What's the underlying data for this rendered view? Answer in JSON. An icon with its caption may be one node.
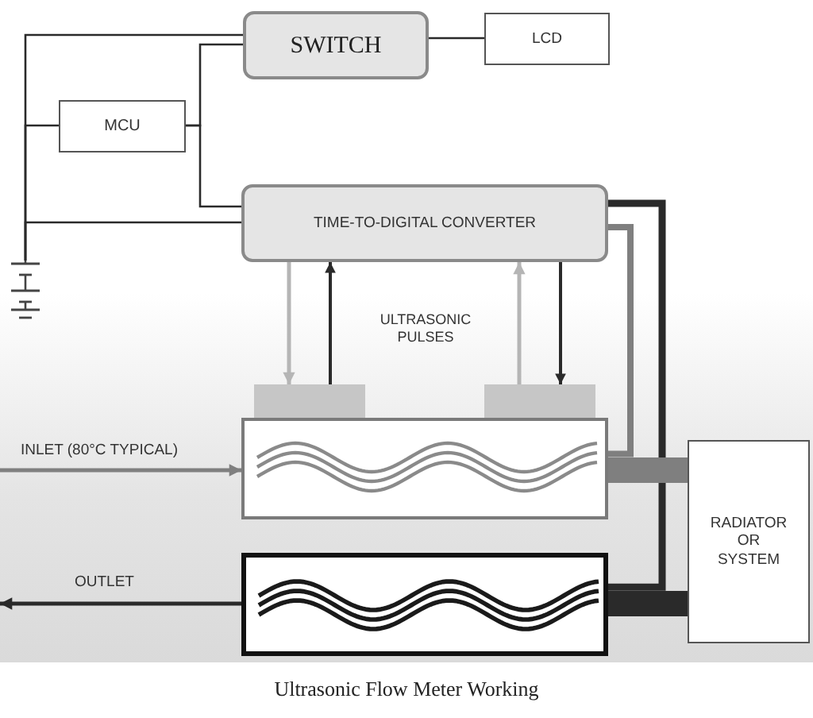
{
  "diagram": {
    "caption": "Ultrasonic Flow Meter Working",
    "nodes": [
      {
        "text": [
          "SWITCH"
        ]
      },
      {
        "text": [
          "LCD"
        ]
      },
      {
        "text": [
          "MCU"
        ]
      },
      {
        "text": [
          "TIME-TO-DIGITAL CONVERTER"
        ]
      },
      {
        "text": [],
        "shape": "battery"
      },
      {
        "text": [],
        "shape": "box"
      },
      {
        "text": [],
        "shape": "box"
      },
      {
        "text": [],
        "shape": "box"
      },
      {
        "text": [
          "RADIATOR OR SYSTEM"
        ]
      },
      {
        "text": [],
        "shape": "box"
      }
    ],
    "edges": [
      {
        "from": 0,
        "to": 1,
        "arrow": "none"
      },
      {
        "from": 4,
        "to": 0,
        "arrow": "none"
      },
      {
        "from": 4,
        "to": 2,
        "arrow": "none"
      },
      {
        "from": 4,
        "to": 3,
        "arrow": "none"
      },
      {
        "from": 2,
        "to": 0,
        "arrow": "none"
      },
      {
        "from": 2,
        "to": 3,
        "arrow": "none"
      },
      {
        "from": 3,
        "to": 5,
        "arrow": "to",
        "color": "#b5b5b5"
      },
      {
        "from": 5,
        "to": 3,
        "arrow": "to"
      },
      {
        "from": 6,
        "to": 3,
        "arrow": "to",
        "color": "#b5b5b5"
      },
      {
        "from": 3,
        "to": 6,
        "arrow": "to"
      },
      {
        "from": 3,
        "to": 7,
        "arrow": "none",
        "style": "thick",
        "color": "#7f7f7f"
      },
      {
        "from": 3,
        "to": 9,
        "arrow": "none",
        "style": "thick"
      },
      {
        "from": null,
        "to": 7,
        "arrow": "to",
        "label": "INLET (80°C TYPICAL)",
        "color": "#7f7f7f"
      },
      {
        "from": 7,
        "to": 8,
        "arrow": "none",
        "style": "thick",
        "color": "#7f7f7f"
      },
      {
        "from": 8,
        "to": 9,
        "arrow": "none",
        "style": "thick"
      },
      {
        "from": 9,
        "to": null,
        "arrow": "to",
        "label": "OUTLET"
      }
    ],
    "labels": [
      "ULTRASONIC PULSES"
    ]
  }
}
